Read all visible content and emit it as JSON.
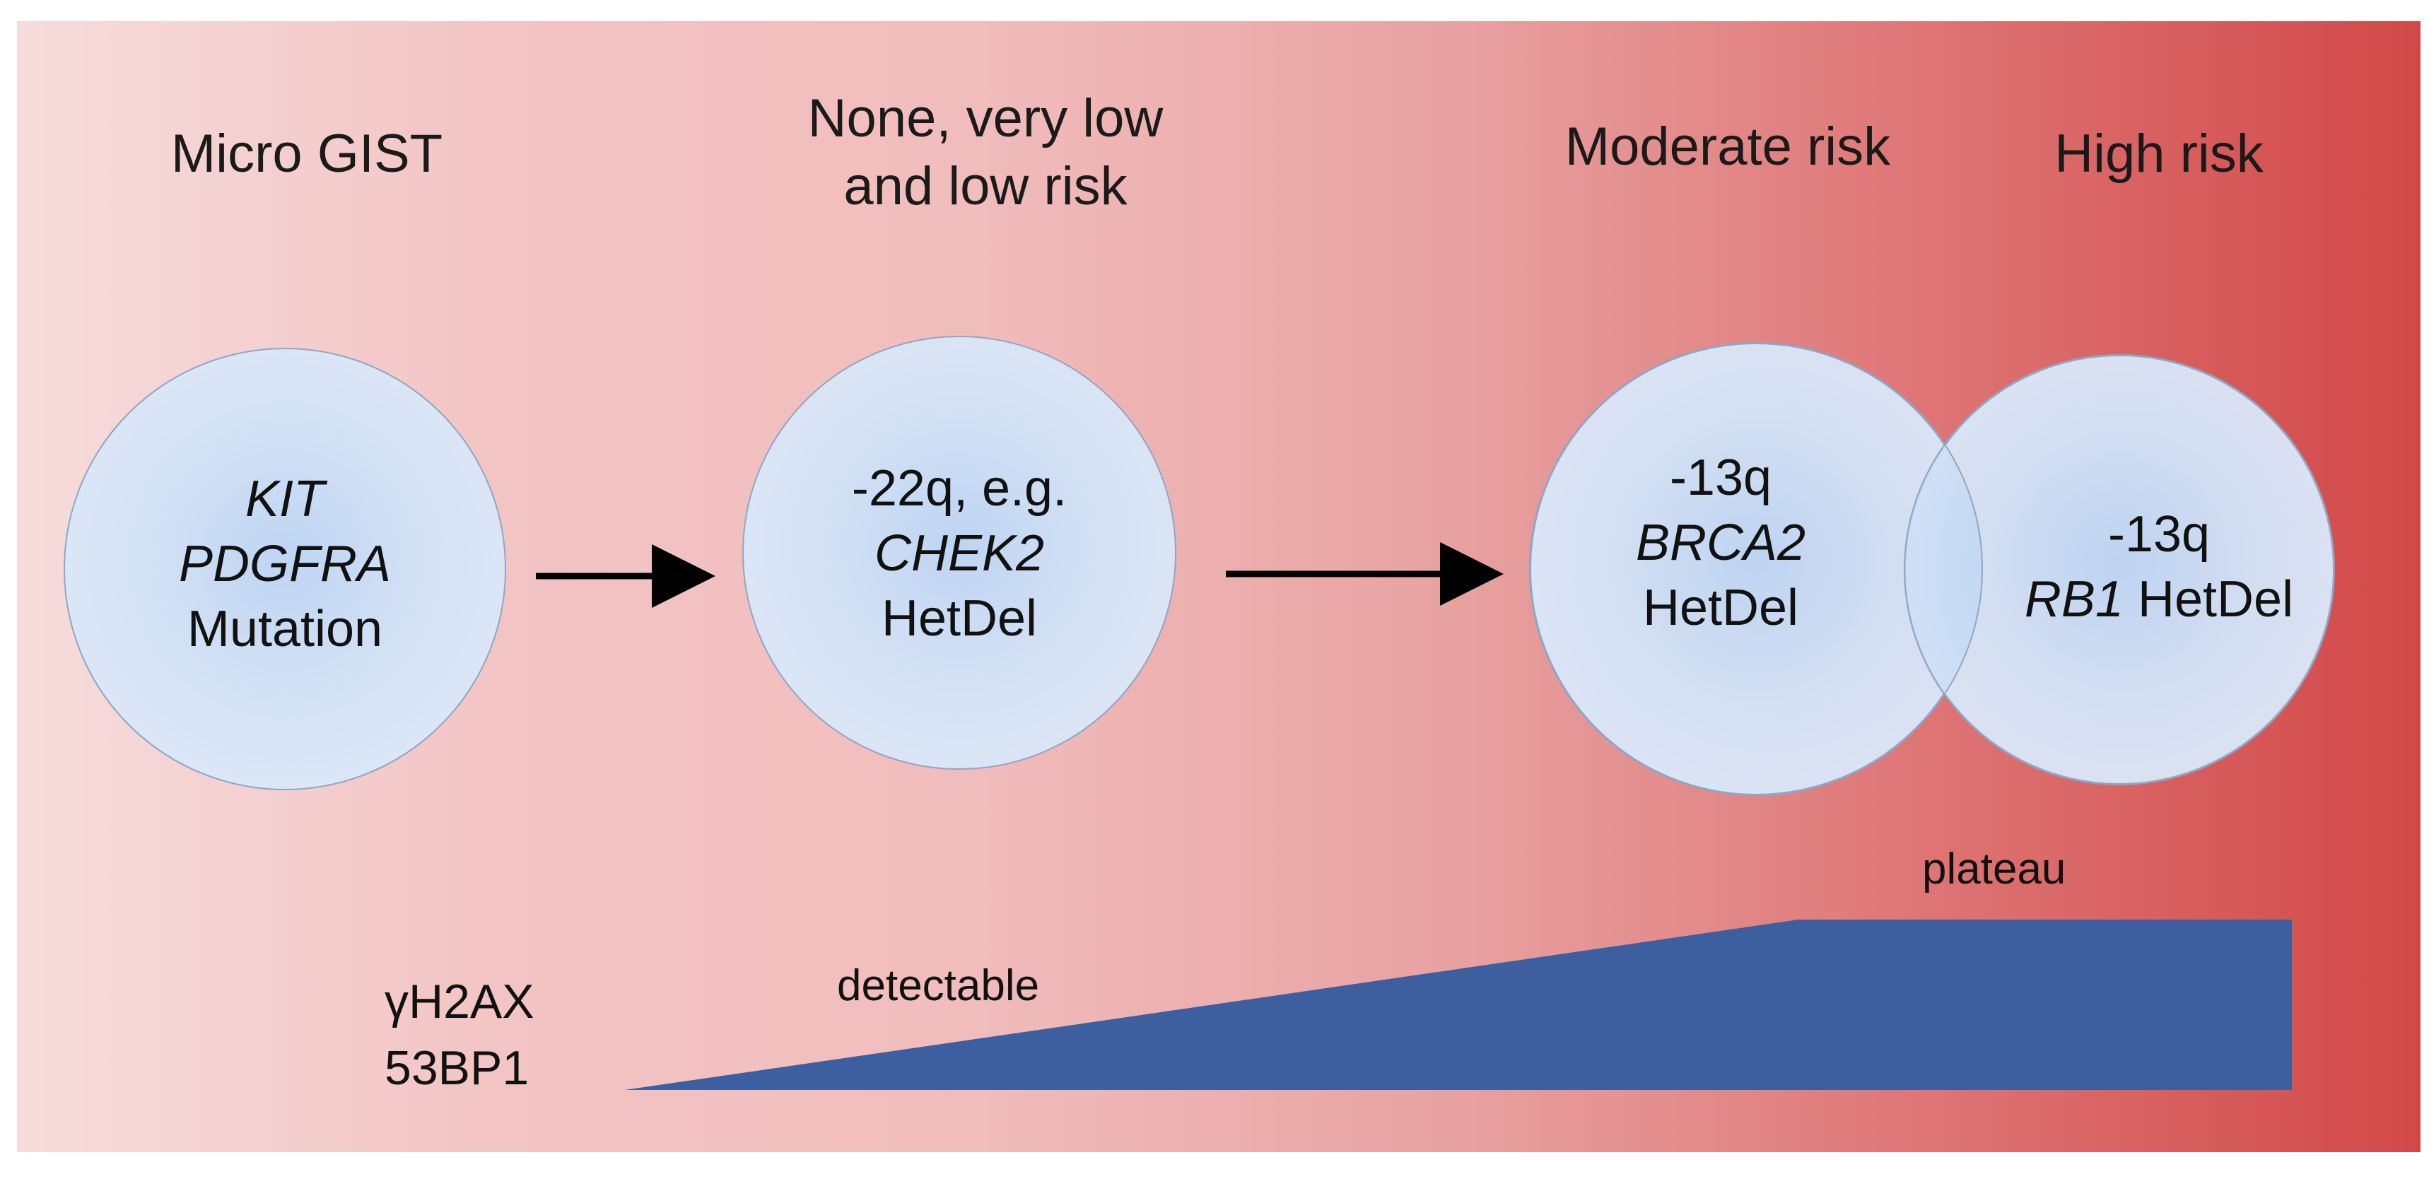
{
  "stages": {
    "micro_gist": "Micro GIST",
    "low_risk_line1": "None, very low",
    "low_risk_line2": "and low risk",
    "moderate_risk": "Moderate risk",
    "high_risk": "High risk"
  },
  "circles": {
    "c1": {
      "line1": "KIT",
      "line2": "PDGFRA",
      "line3": "Mutation"
    },
    "c2": {
      "line1": "-22q, e.g.",
      "line2": "CHEK2",
      "line3": "HetDel"
    },
    "c3": {
      "line1": "-13q",
      "line2": "BRCA2",
      "line3": "HetDel"
    },
    "c4": {
      "line1": "-13q",
      "line2_italic": "RB1",
      "line2_rest": " HetDel"
    }
  },
  "markers": {
    "line1": "γH2AX",
    "line2": "53BP1"
  },
  "levels": {
    "detectable": "detectable",
    "plateau": "plateau"
  },
  "colors": {
    "ramp_fill": "#3d5fa0",
    "arrow": "#000000"
  }
}
